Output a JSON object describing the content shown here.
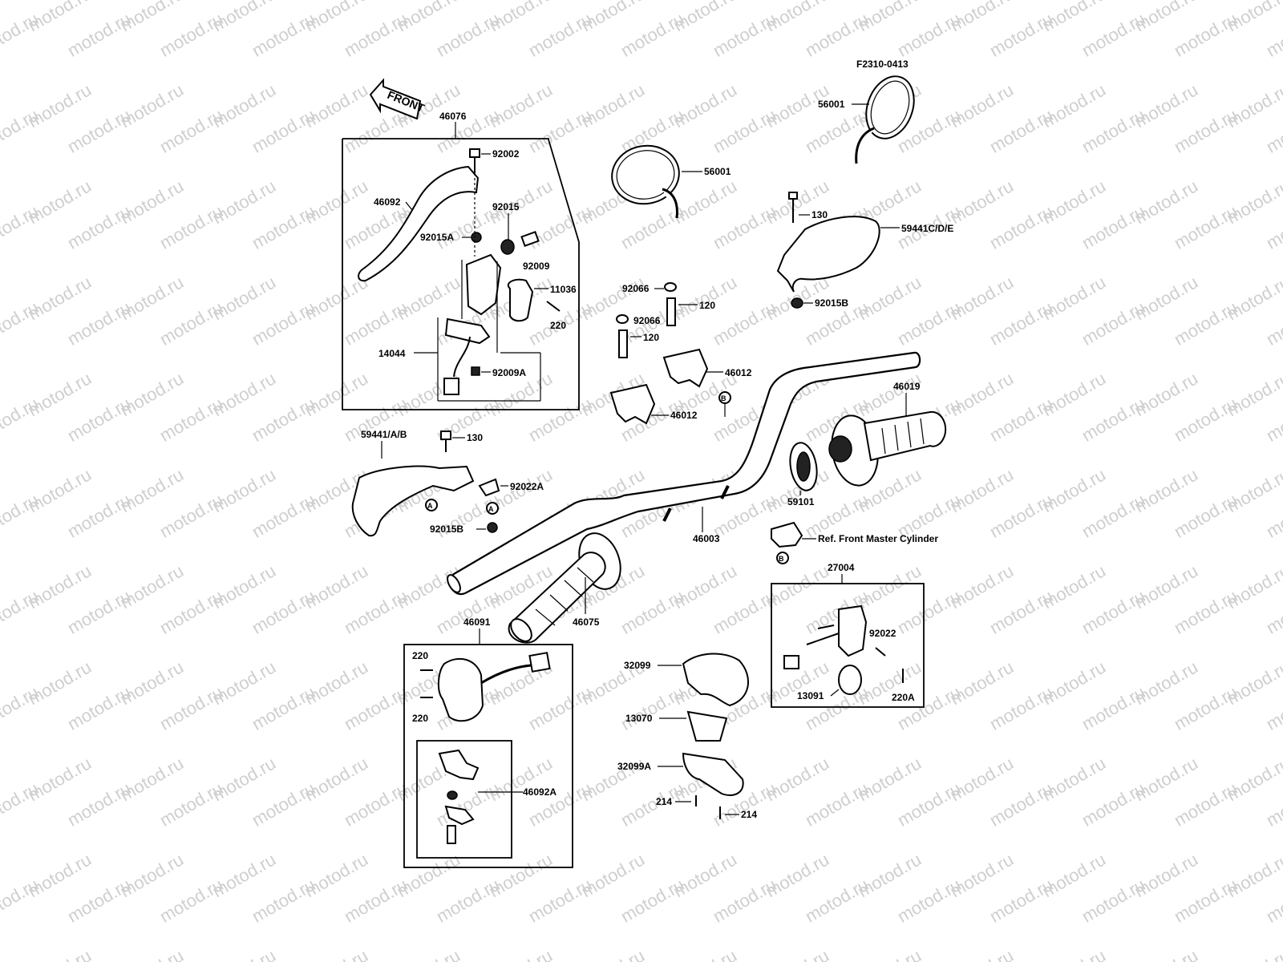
{
  "diagram_code": "F2310-0413",
  "watermark": "motod.ru",
  "direction_arrow": "FRONT",
  "circle_refs": {
    "a": "A",
    "b": "B"
  },
  "labels": {
    "l46076": "46076",
    "l92002": "92002",
    "l46092": "46092",
    "l92015": "92015",
    "l92015A": "92015A",
    "l92009": "92009",
    "l11036": "11036",
    "l220_top": "220",
    "l14044": "14044",
    "l92009A": "92009A",
    "l56001_a": "56001",
    "l56001_b": "56001",
    "l130_top": "130",
    "l59441CDE": "59441C/D/E",
    "l92015B_top": "92015B",
    "l92066_a": "92066",
    "l120_a": "120",
    "l92066_b": "92066",
    "l120_b": "120",
    "l46012_a": "46012",
    "l46012_b": "46012",
    "l46019": "46019",
    "l59441AB": "59441/A/B",
    "l130_left": "130",
    "l92022A": "92022A",
    "l92015B_left": "92015B",
    "l59101": "59101",
    "l46003": "46003",
    "l_ref_master": "Ref. Front Master Cylinder",
    "l27004": "27004",
    "l46075": "46075",
    "l46091": "46091",
    "l220_a": "220",
    "l220_b": "220",
    "l46092A": "46092A",
    "l32099": "32099",
    "l13070": "13070",
    "l32099A": "32099A",
    "l214_a": "214",
    "l214_b": "214",
    "l92022": "92022",
    "l13091": "13091",
    "l220A": "220A"
  }
}
